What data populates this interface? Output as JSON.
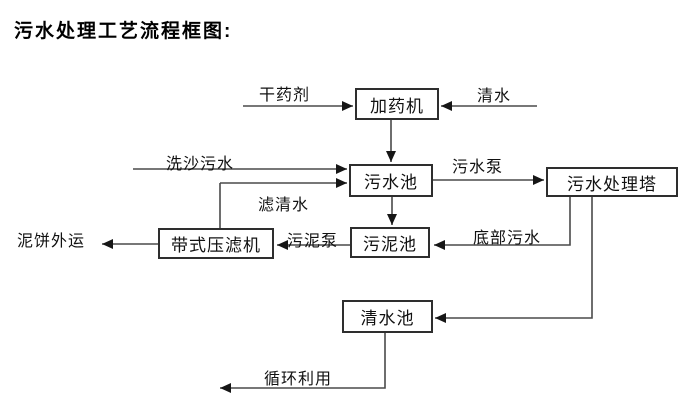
{
  "title": "污水处理工艺流程框图:",
  "diagram": {
    "nodes": {
      "dosing_machine": "加药机",
      "sewage_pool": "污水池",
      "treatment_tower": "污水处理塔",
      "belt_filter_press": "带式压滤机",
      "sludge_pool": "污泥池",
      "clean_water_pool": "清水池"
    },
    "edge_labels": {
      "dry_agent": "干药剂",
      "clean_water": "清水",
      "sand_washing_sewage": "洗沙污水",
      "filtered_water": "滤清水",
      "sewage_pump": "污水泵",
      "sludge_pump": "污泥泵",
      "mud_cake_out": "泥饼外运",
      "bottom_sewage": "底部污水",
      "recycle_use": "循环利用"
    },
    "flows": [
      {
        "from": "干药剂",
        "to": "加药机"
      },
      {
        "from": "清水",
        "to": "加药机"
      },
      {
        "from": "加药机",
        "to": "污水池"
      },
      {
        "from": "洗沙污水",
        "to": "污水池"
      },
      {
        "from": "带式压滤机",
        "to": "污水池",
        "label": "滤清水"
      },
      {
        "from": "污水池",
        "to": "污水处理塔",
        "label": "污水泵"
      },
      {
        "from": "污水池",
        "to": "污泥池"
      },
      {
        "from": "污水处理塔",
        "to": "污泥池",
        "label": "底部污水"
      },
      {
        "from": "污泥池",
        "to": "带式压滤机",
        "label": "污泥泵"
      },
      {
        "from": "带式压滤机",
        "to": "泥饼外运"
      },
      {
        "from": "污水处理塔",
        "to": "清水池"
      },
      {
        "from": "清水池",
        "to": "循环利用"
      }
    ],
    "colors": {
      "line": "#4a4a4a",
      "arrowhead": "#161616",
      "text": "#000000",
      "background": "#ffffff"
    }
  }
}
